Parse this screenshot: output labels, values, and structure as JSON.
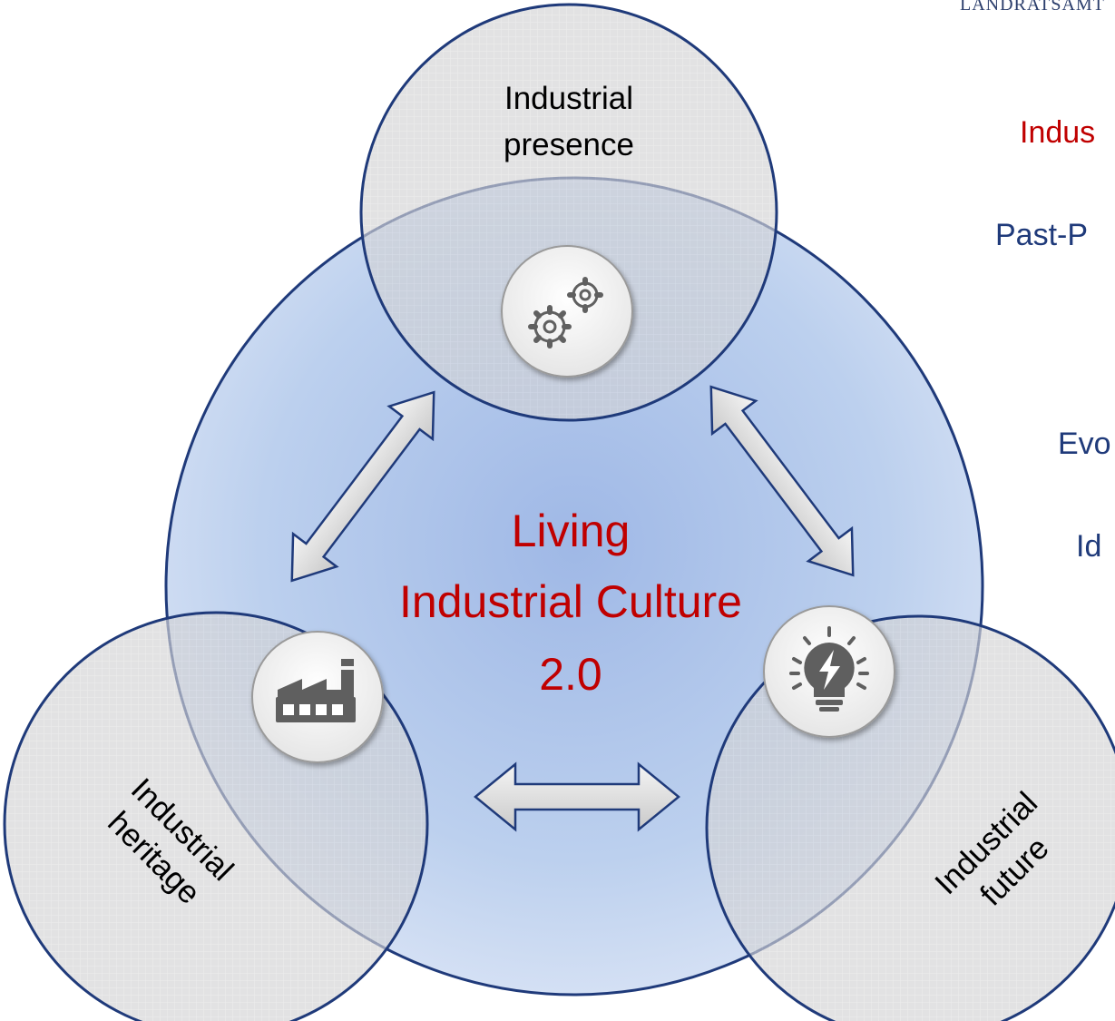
{
  "header": {
    "logo_text": "LANDRATSAMT"
  },
  "diagram": {
    "center": {
      "line1": "Living",
      "line2": "Industrial Culture",
      "line3": "2.0"
    },
    "circles": {
      "presence": {
        "line1": "Industrial",
        "line2": "presence",
        "icon": "gears-icon"
      },
      "heritage": {
        "line1": "Industrial",
        "line2": "heritage",
        "icon": "factory-icon"
      },
      "future": {
        "line1": "Industrial",
        "line2": "future",
        "icon": "lightbulb-icon"
      }
    }
  },
  "side_text": {
    "heading": "Indus",
    "line1": "Past-P",
    "line2": "Evo",
    "line3": "Id"
  },
  "colors": {
    "accent_red": "#c00000",
    "navy": "#1f3a7a",
    "center_fill": "#adc3e8",
    "satellite_fill": "#d9d9d9"
  }
}
